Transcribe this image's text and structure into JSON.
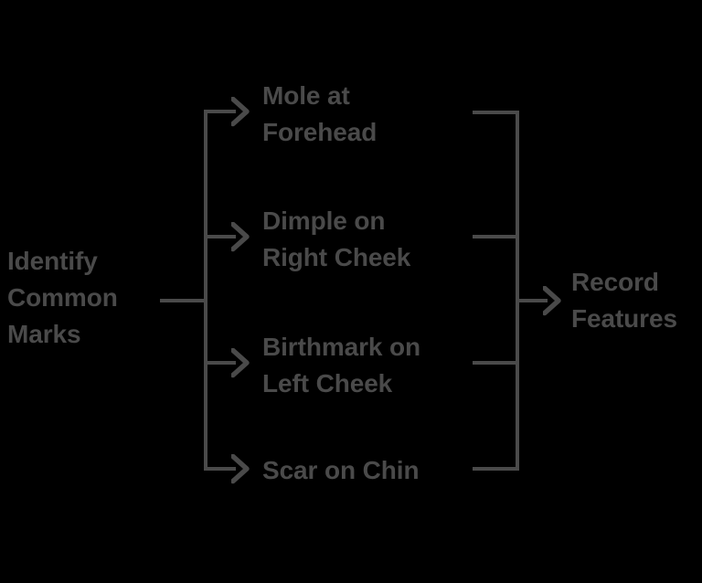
{
  "diagram": {
    "type": "flowchart-fan-out-fan-in",
    "background_color": "#000000",
    "line_color": "#4a4a4a",
    "text_color": "#4a4a4a",
    "source": {
      "label": "Identify\nCommon\nMarks"
    },
    "sink": {
      "label": "Record\nFeatures"
    },
    "branches": [
      {
        "label": "Mole at\nForehead"
      },
      {
        "label": "Dimple on\nRight Cheek"
      },
      {
        "label": "Birthmark on\nLeft Cheek"
      },
      {
        "label": "Scar on Chin"
      }
    ]
  }
}
